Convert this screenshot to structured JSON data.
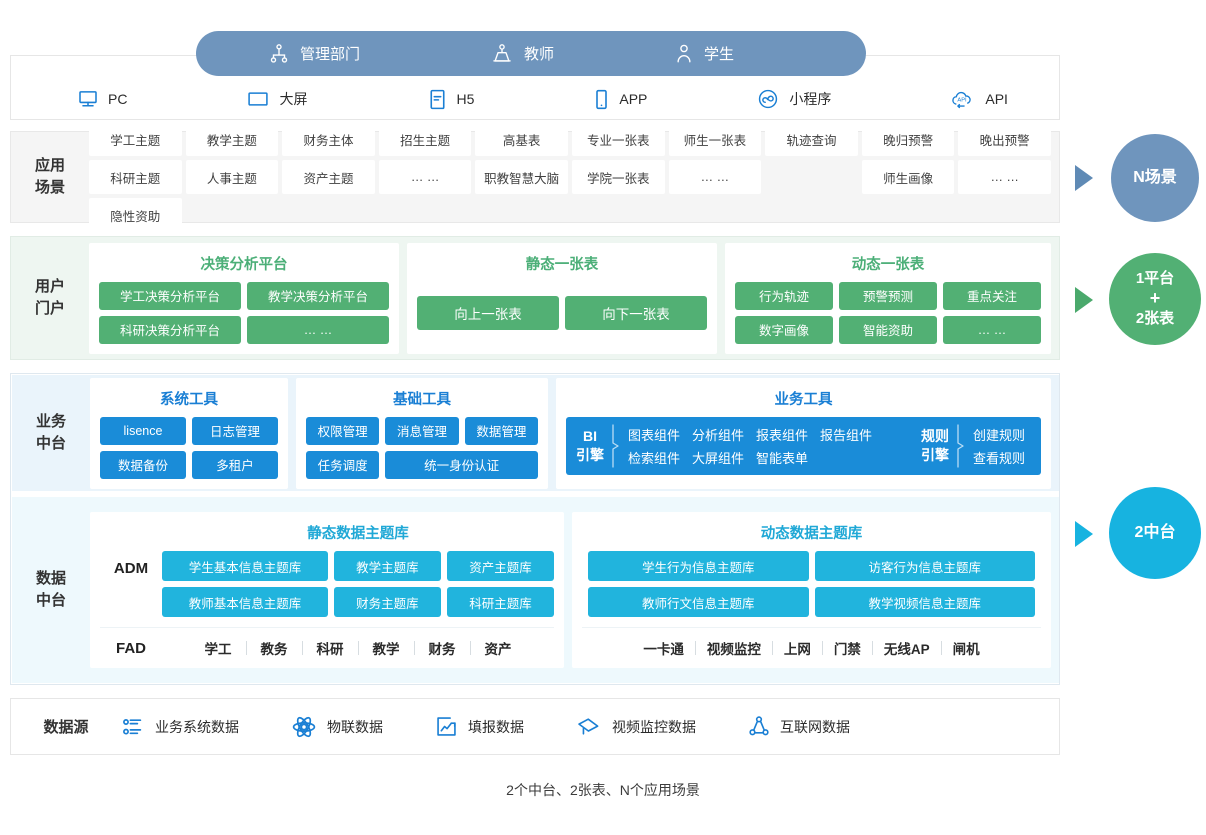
{
  "roles": {
    "items": [
      {
        "label": "管理部门",
        "icon": "org-chart-icon"
      },
      {
        "label": "教师",
        "icon": "teacher-icon"
      },
      {
        "label": "学生",
        "icon": "student-icon"
      }
    ]
  },
  "devices": {
    "items": [
      {
        "label": "PC",
        "icon": "monitor-icon"
      },
      {
        "label": "大屏",
        "icon": "big-screen-icon"
      },
      {
        "label": "H5",
        "icon": "h5-page-icon"
      },
      {
        "label": "APP",
        "icon": "mobile-app-icon"
      },
      {
        "label": "小程序",
        "icon": "mini-program-icon"
      },
      {
        "label": "API",
        "icon": "api-cloud-icon"
      }
    ]
  },
  "scenarios": {
    "label": "应用\n场景",
    "label_line1": "应用",
    "label_line2": "场景",
    "cells": [
      "学工主题",
      "教学主题",
      "财务主体",
      "招生主题",
      "高基表",
      "专业一张表",
      "师生一张表",
      "轨迹查询",
      "晚归预警",
      "晚出预警",
      "科研主题",
      "人事主题",
      "资产主题",
      "… …",
      "职教智慧大脑",
      "学院一张表",
      "… …",
      "",
      "师生画像",
      "隐性资助",
      "… …"
    ],
    "row1": [
      "学工主题",
      "教学主题",
      "财务主体",
      "招生主题",
      "高基表",
      "专业一张表",
      "师生一张表",
      "轨迹查询",
      "晚归预警",
      "晚出预警"
    ],
    "row2": [
      "科研主题",
      "人事主题",
      "资产主题",
      "… …",
      "职教智慧大脑",
      "学院一张表",
      "… …",
      "",
      "师生画像",
      "隐性资助",
      "… …"
    ]
  },
  "portal": {
    "label_line1": "用户",
    "label_line2": "门户",
    "cards": [
      {
        "title": "决策分析平台",
        "buttons": [
          "学工决策分析平台",
          "教学决策分析平台",
          "科研决策分析平台",
          "… …"
        ]
      },
      {
        "title": "静态一张表",
        "buttons": [
          "向上一张表",
          "向下一张表"
        ]
      },
      {
        "title": "动态一张表",
        "buttons": [
          "行为轨迹",
          "预警预测",
          "重点关注",
          "数字画像",
          "智能资助",
          "… …"
        ]
      }
    ]
  },
  "business_mid": {
    "label_line1": "业务",
    "label_line2": "中台",
    "cards": [
      {
        "title": "系统工具",
        "buttons": [
          "lisence",
          "日志管理",
          "数据备份",
          "多租户"
        ]
      },
      {
        "title": "基础工具",
        "buttons": [
          "权限管理",
          "消息管理",
          "数据管理",
          "任务调度",
          "统一身份认证"
        ]
      }
    ],
    "biz_tools": {
      "title": "业务工具",
      "engines": [
        {
          "name_line1": "BI",
          "name_line2": "引擎",
          "items_row1": [
            "图表组件",
            "分析组件",
            "报表组件",
            "报告组件"
          ],
          "items_row2": [
            "检索组件",
            "大屏组件",
            "智能表单",
            ""
          ]
        },
        {
          "name_line1": "规则",
          "name_line2": "引擎",
          "items_row1": [
            "创建规则"
          ],
          "items_row2": [
            "查看规则"
          ]
        }
      ]
    }
  },
  "data_mid": {
    "label_line1": "数据",
    "label_line2": "中台",
    "adm_label": "ADM",
    "fad_label": "FAD",
    "static": {
      "title": "静态数据主题库",
      "buttons": [
        "学生基本信息主题库",
        "教学主题库",
        "资产主题库",
        "教师基本信息主题库",
        "财务主题库",
        "科研主题库"
      ],
      "fad_items": [
        "学工",
        "教务",
        "科研",
        "教学",
        "财务",
        "资产"
      ]
    },
    "dynamic": {
      "title": "动态数据主题库",
      "buttons": [
        "学生行为信息主题库",
        "访客行为信息主题库",
        "教师行文信息主题库",
        "教学视频信息主题库"
      ],
      "fad_items": [
        "一卡通",
        "视频监控",
        "上网",
        "门禁",
        "无线AP",
        "闸机"
      ]
    }
  },
  "sources": {
    "label": "数据源",
    "items": [
      {
        "label": "业务系统数据",
        "icon": "business-system-data-icon"
      },
      {
        "label": "物联数据",
        "icon": "iot-atom-icon"
      },
      {
        "label": "填报数据",
        "icon": "chart-report-icon"
      },
      {
        "label": "视频监控数据",
        "icon": "video-camera-icon"
      },
      {
        "label": "互联网数据",
        "icon": "network-share-icon"
      }
    ]
  },
  "badges": [
    {
      "text": "N场景",
      "color": "#6f95bd"
    },
    {
      "line1": "1平台",
      "line2": "+",
      "line3": "2张表",
      "color": "#52b074"
    },
    {
      "text": "2中台",
      "color": "#17b3e0"
    }
  ],
  "caption": "2个中台、2张表、N个应用场景",
  "colors": {
    "role_pill": "#6f95bd",
    "device_icon": "#1a7fd4",
    "scenario_panel": "#f5f5f5",
    "portal_panel": "#eef6f1",
    "portal_green": "#52b074",
    "portal_title_green": "#4caf78",
    "biz_panel": "#eaf4fb",
    "biz_blue": "#1a8cd8",
    "biz_title_blue": "#1a7fd4",
    "data_panel": "#eef9fd",
    "data_cyan": "#21b4dd",
    "data_title_cyan": "#1fa8d6"
  }
}
